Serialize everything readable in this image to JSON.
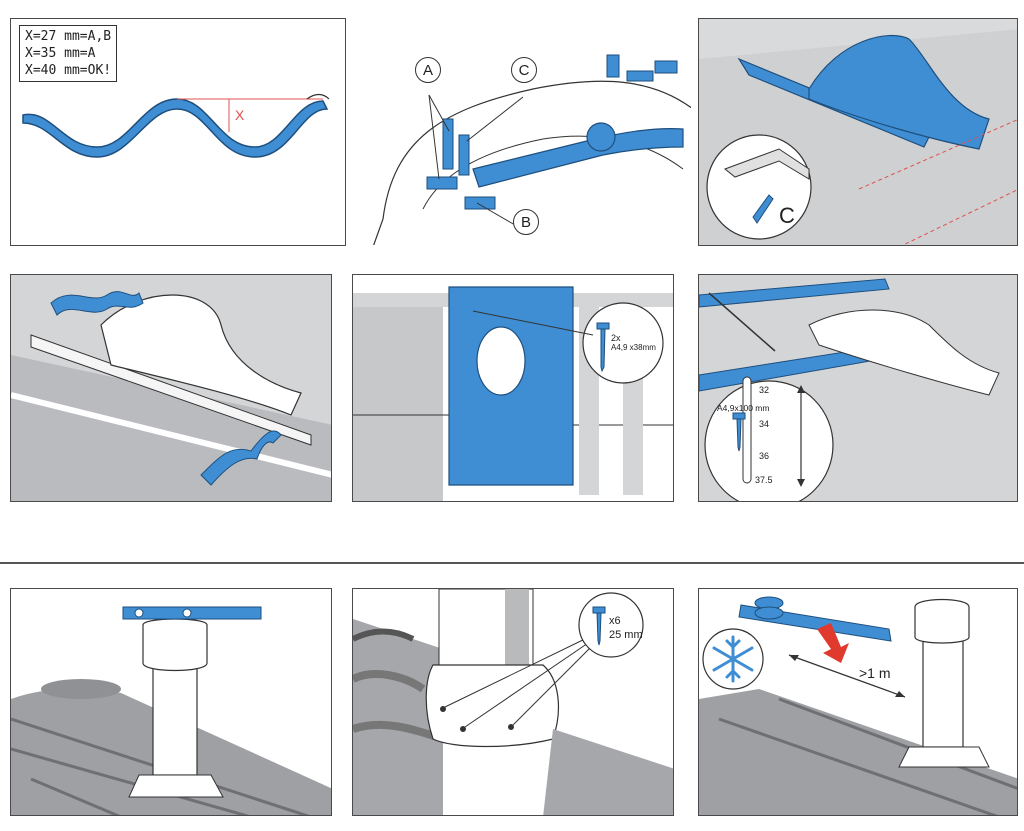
{
  "colors": {
    "accent_blue": "#3f8ed4",
    "line": "#333333",
    "grey_tile": "#a9abad",
    "red_arrow": "#e03a2e",
    "red_line": "#e05050"
  },
  "panel1": {
    "legend": [
      "X=27 mm=A,B",
      "X=35 mm=A",
      "X=40 mm=OK!"
    ],
    "x_label": "X"
  },
  "panel2": {
    "label_a": "A",
    "label_b": "B",
    "label_c": "C"
  },
  "panel3": {
    "label_c": "C"
  },
  "panel5": {
    "screw_count": "2x",
    "screw_spec": "A4,9 x38mm"
  },
  "panel6": {
    "screw_spec": "A4,9x100 mm",
    "scale": [
      "32",
      "34",
      "36",
      "37.5"
    ]
  },
  "panel8": {
    "screw_count": "x6",
    "screw_len": "25 mm"
  },
  "panel9": {
    "distance": ">1 m"
  },
  "icons": [
    "snowflake-icon",
    "screw-icon",
    "red-arrow-icon"
  ]
}
